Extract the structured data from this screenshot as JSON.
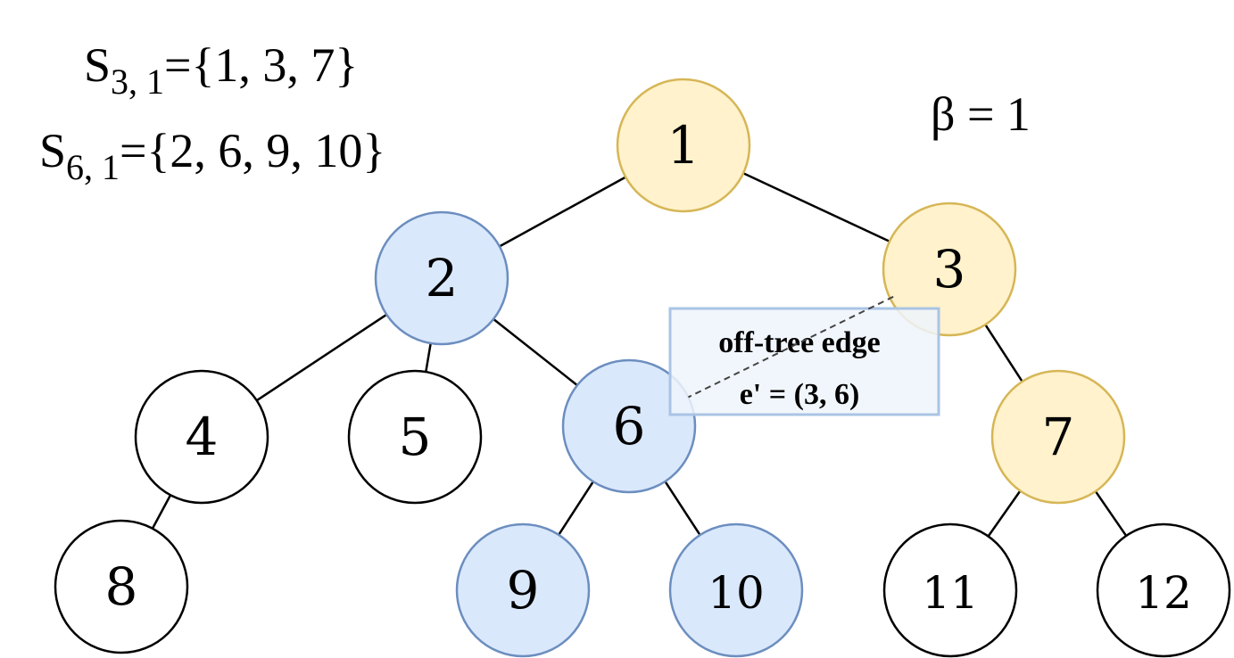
{
  "annotations": {
    "set_a": {
      "symbol": "S",
      "subscript": "3, 1",
      "rest": "={1, 3, 7}"
    },
    "set_b": {
      "symbol": "S",
      "subscript": "6, 1",
      "rest": "={2, 6, 9, 10}"
    },
    "beta": "β = 1",
    "off_tree_box": {
      "line1": "off-tree edge",
      "line2": "e' = (3, 6)"
    }
  },
  "colors": {
    "yellow_fill": "#fff2cc",
    "yellow_stroke": "#d6b656",
    "blue_fill": "#dae8fc",
    "blue_stroke": "#6c8ebf",
    "white_fill": "#ffffff",
    "black_stroke": "#000000",
    "box_fill": "#eef4fc",
    "box_stroke": "#a9c4e4"
  },
  "nodes": [
    {
      "id": "1",
      "label": "1",
      "style": "yellow"
    },
    {
      "id": "2",
      "label": "2",
      "style": "blue"
    },
    {
      "id": "3",
      "label": "3",
      "style": "yellow"
    },
    {
      "id": "4",
      "label": "4",
      "style": "white"
    },
    {
      "id": "5",
      "label": "5",
      "style": "white"
    },
    {
      "id": "6",
      "label": "6",
      "style": "blue"
    },
    {
      "id": "7",
      "label": "7",
      "style": "yellow"
    },
    {
      "id": "8",
      "label": "8",
      "style": "white"
    },
    {
      "id": "9",
      "label": "9",
      "style": "blue"
    },
    {
      "id": "10",
      "label": "10",
      "style": "blue"
    },
    {
      "id": "11",
      "label": "11",
      "style": "white"
    },
    {
      "id": "12",
      "label": "12",
      "style": "white"
    }
  ],
  "edges": [
    {
      "from": "1",
      "to": "2"
    },
    {
      "from": "1",
      "to": "3"
    },
    {
      "from": "2",
      "to": "4"
    },
    {
      "from": "2",
      "to": "5"
    },
    {
      "from": "2",
      "to": "6"
    },
    {
      "from": "3",
      "to": "7"
    },
    {
      "from": "4",
      "to": "8"
    },
    {
      "from": "6",
      "to": "9"
    },
    {
      "from": "6",
      "to": "10"
    },
    {
      "from": "7",
      "to": "11"
    },
    {
      "from": "7",
      "to": "12"
    }
  ],
  "off_tree_edge": {
    "from": "3",
    "to": "6"
  }
}
